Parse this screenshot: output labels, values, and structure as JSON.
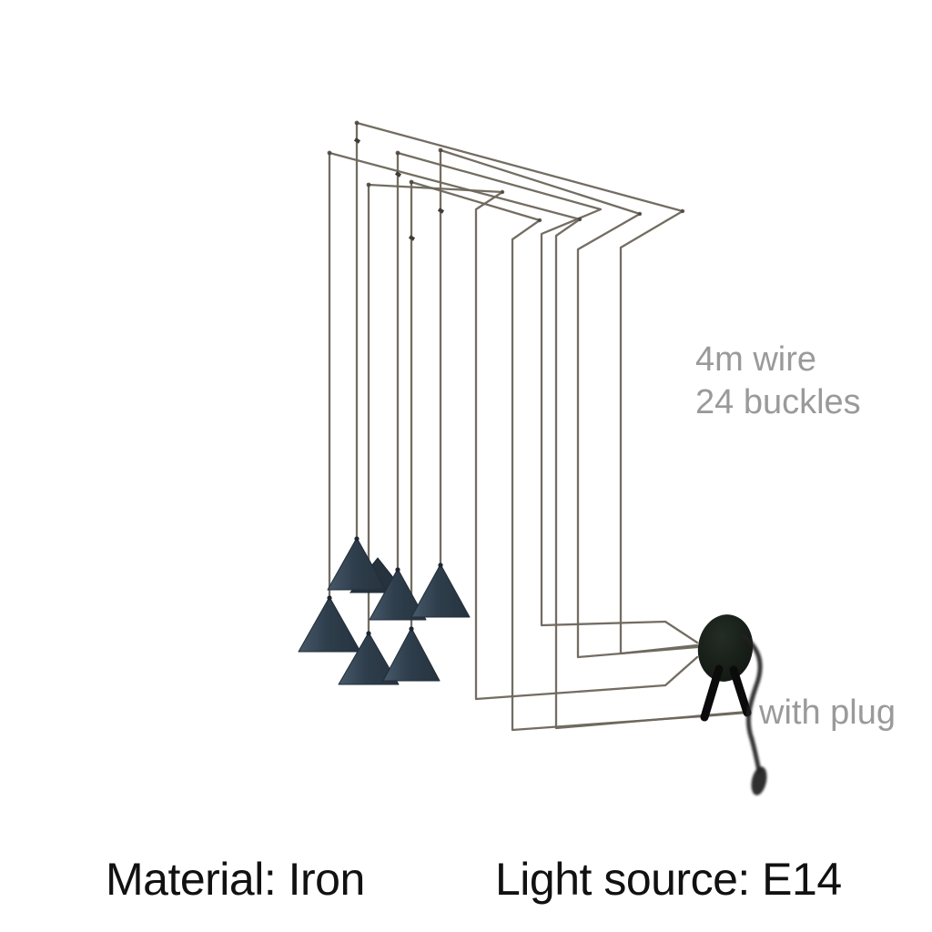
{
  "annotations": {
    "wire_length": "4m wire",
    "buckle_count": "24 buckles",
    "plug_note": "with plug"
  },
  "specs": {
    "material": "Material: Iron",
    "light_source": "Light source: E14"
  },
  "colors": {
    "background": "#ffffff",
    "wire": "#6d675c",
    "wire-light": "#8d8679",
    "cone-light": "#47596b",
    "cone-mid": "#2f3e4c",
    "cone-dark": "#26333f",
    "canopy": "#161d17",
    "leg": "#0b0b0b",
    "cord": "#1f1f1f",
    "annotation-gray": "#9a9a9a",
    "spec-black": "#111111"
  }
}
